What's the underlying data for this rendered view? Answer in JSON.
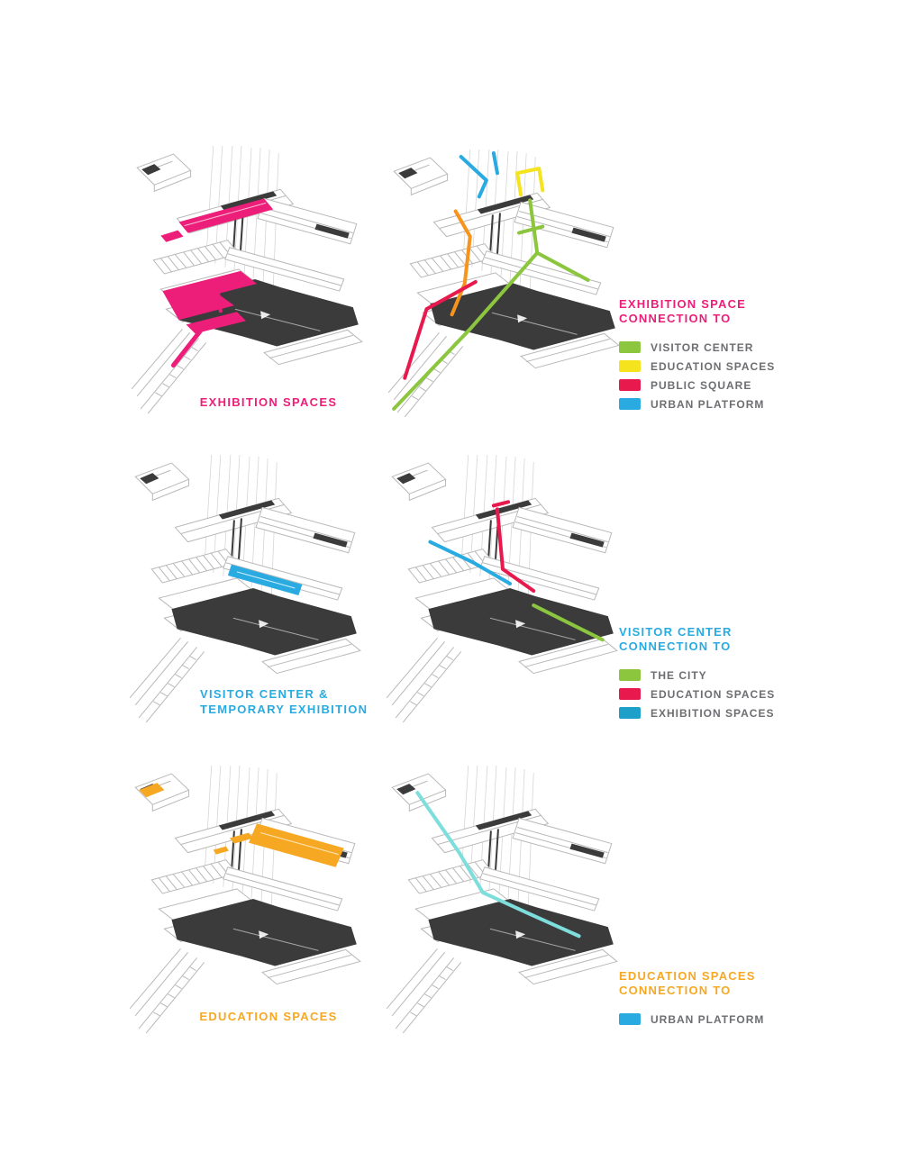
{
  "colors": {
    "magenta": "#EC1E79",
    "cyan": "#29ABE2",
    "teal": "#1C9FC9",
    "green": "#8CC63F",
    "yellow": "#F5E31D",
    "red": "#E8194D",
    "gold": "#F7A823",
    "orange": "#F7941E",
    "lightcyan": "#7EDEDC",
    "dark": "#3B3B3C",
    "wire": "#B9B9B9",
    "wire_light": "#D6D6D6",
    "label_gray": "#6D6E71"
  },
  "figures": {
    "exhibition": {
      "caption": "EXHIBITION SPACES",
      "color": "#EC1E79"
    },
    "visitor": {
      "caption_line1": "VISITOR CENTER &",
      "caption_line2": "TEMPORARY EXHIBITION",
      "color": "#29ABE2"
    },
    "education": {
      "caption": "EDUCATION SPACES",
      "color": "#F7A823"
    }
  },
  "legends": [
    {
      "title_line1": "EXHIBITION SPACE",
      "title_line2": "CONNECTION TO",
      "title_color": "#EC1E79",
      "items": [
        {
          "label": "VISITOR CENTER",
          "color": "#8CC63F"
        },
        {
          "label": "EDUCATION SPACES",
          "color": "#F5E31D"
        },
        {
          "label": "PUBLIC SQUARE",
          "color": "#E8194D"
        },
        {
          "label": "URBAN PLATFORM",
          "color": "#29ABE2"
        }
      ]
    },
    {
      "title_line1": "VISITOR CENTER",
      "title_line2": "CONNECTION TO",
      "title_color": "#29ABE2",
      "items": [
        {
          "label": "THE CITY",
          "color": "#8CC63F"
        },
        {
          "label": "EDUCATION SPACES",
          "color": "#E8194D"
        },
        {
          "label": "EXHIBITION SPACES",
          "color": "#1C9FC9"
        }
      ]
    },
    {
      "title_line1": "EDUCATION SPACES",
      "title_line2": "CONNECTION TO",
      "title_color": "#F7A823",
      "items": [
        {
          "label": "URBAN PLATFORM",
          "color": "#29ABE2"
        }
      ]
    }
  ]
}
